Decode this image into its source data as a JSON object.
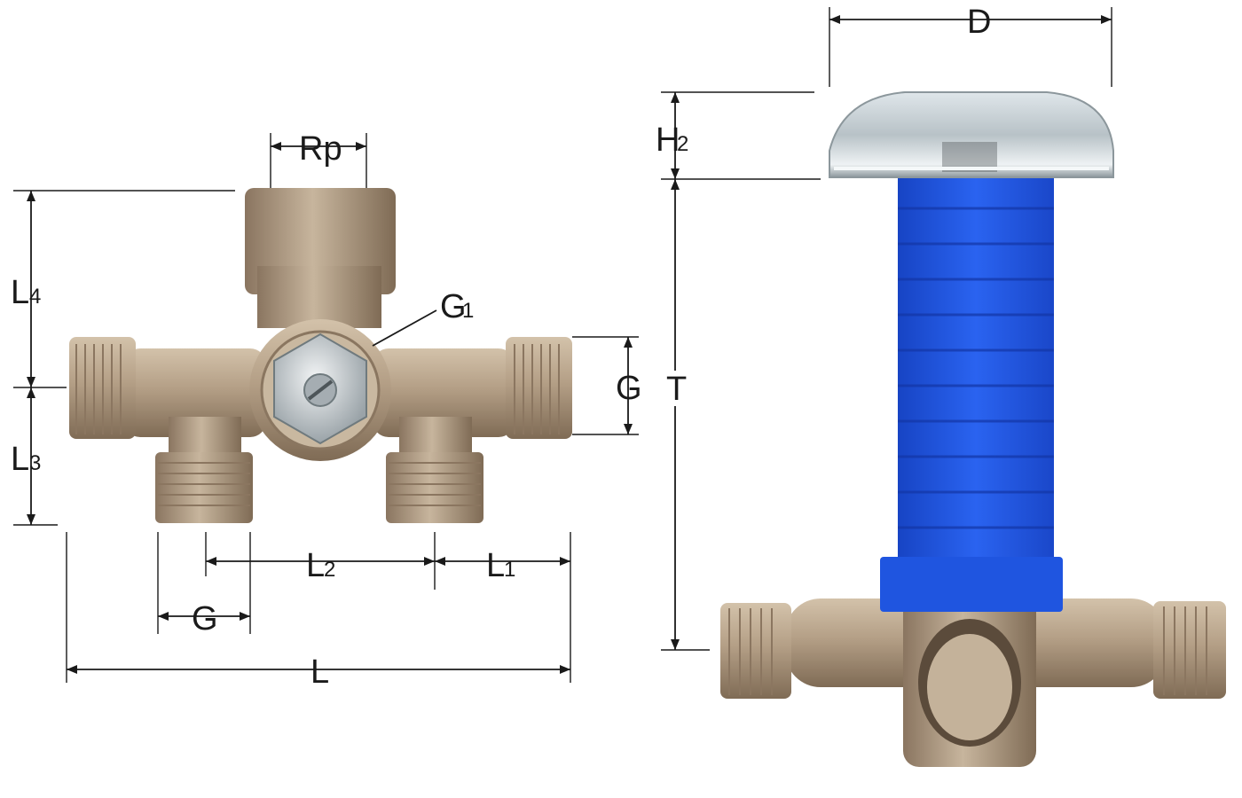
{
  "labels": {
    "rp": "Rp",
    "g1_main": "G",
    "g1_sub": "1",
    "l4_main": "L",
    "l4_sub": "4",
    "l3_main": "L",
    "l3_sub": "3",
    "g_right": "G",
    "l2_main": "L",
    "l2_sub": "2",
    "l1_main": "L",
    "l1_sub": "1",
    "g_bottom": "G",
    "l_total": "L",
    "d": "D",
    "h2_main": "H",
    "h2_sub": "2",
    "t": "T"
  },
  "colors": {
    "bronze_dark": "#8f7a62",
    "bronze_mid": "#b29d84",
    "bronze_light": "#cdbba3",
    "sleeve_blue": "#1f55e0",
    "chrome_light": "#e9eef1",
    "chrome_dark": "#9fa9ae"
  }
}
